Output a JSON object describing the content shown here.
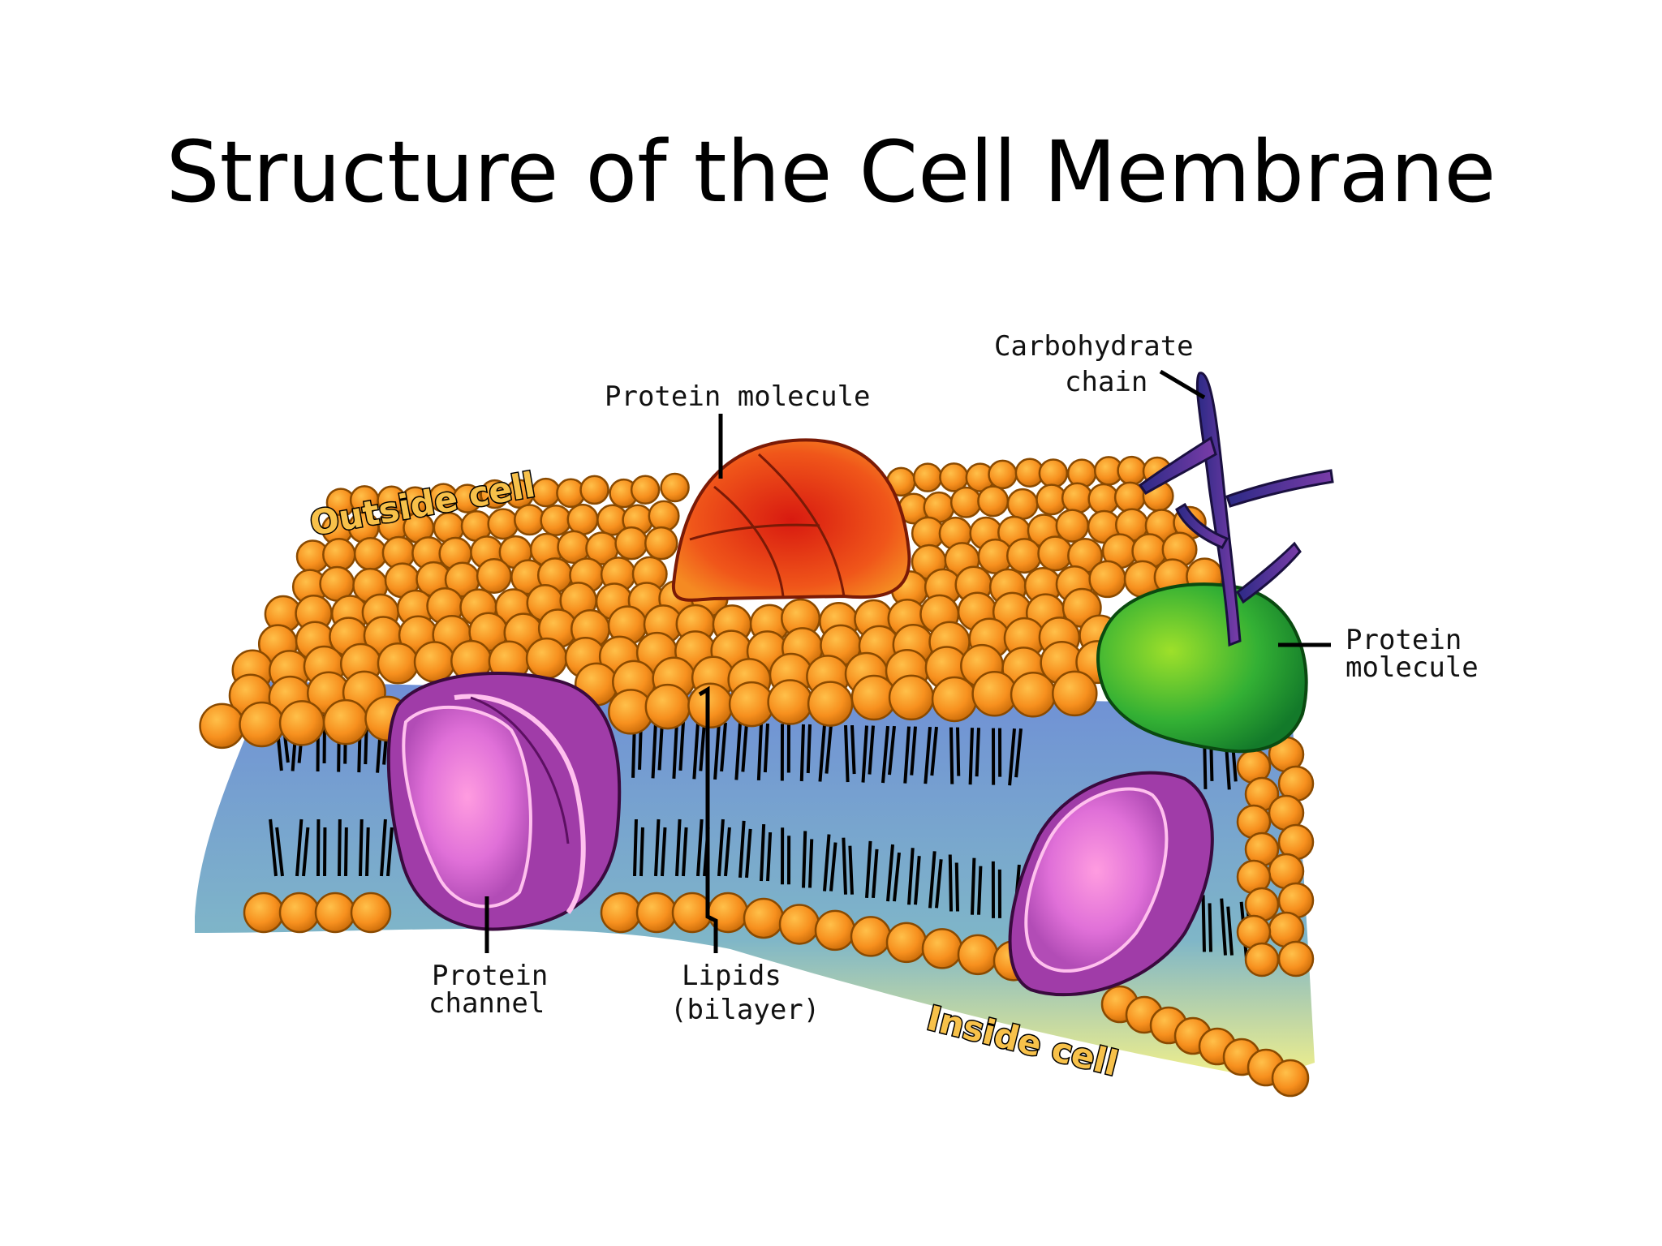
{
  "title": "Structure of the Cell Membrane",
  "labels": {
    "protein_molecule_top": "Protein molecule",
    "carbohydrate_line1": "Carbohydrate",
    "carbohydrate_line2": "chain",
    "protein_molecule_right_line1": "Protein",
    "protein_molecule_right_line2": "molecule",
    "protein_channel_line1": "Protein",
    "protein_channel_line2": "channel",
    "lipids_line1": "Lipids",
    "lipids_line2": "(bilayer)",
    "outside_cell": "Outside cell",
    "inside_cell": "Inside cell"
  },
  "colors": {
    "lipid_head": "#f7901e",
    "lipid_outline": "#8a4a00",
    "protein_top": "#e8440e",
    "protein_right": "#33b034",
    "protein_channel": "#a03ca8",
    "protein_channel_inner": "#e070d8",
    "carbohydrate": "#3c2c8c",
    "membrane_interior_top": "#6f8fd6",
    "membrane_interior_bottom": "#e8ee90"
  }
}
